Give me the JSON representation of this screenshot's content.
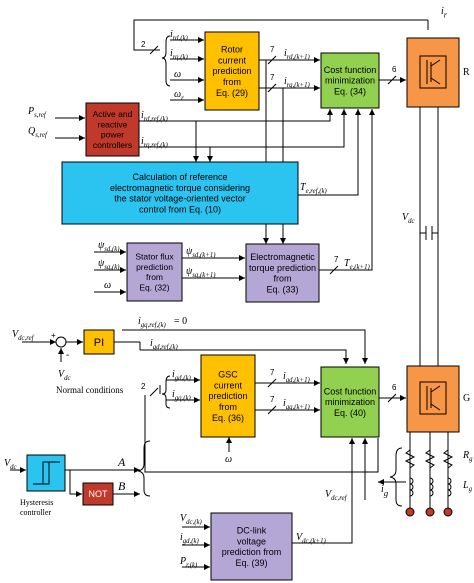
{
  "blocks": {
    "rotor_pred": [
      "Rotor",
      "current",
      "prediction",
      "from",
      "Eq. (29)"
    ],
    "cost_rsc": [
      "Cost function",
      "minimization",
      "Eq. (34)"
    ],
    "apc": [
      "Active and",
      "reactive",
      "power",
      "controllers"
    ],
    "torque_ref": [
      "Calculation of reference",
      "electromagnetic torque considering",
      "the stator voltage-oriented vector",
      "control from Eq. (10)"
    ],
    "flux_pred": [
      "Stator flux",
      "prediction",
      "from",
      "Eq. (32)"
    ],
    "torque_pred": [
      "Electromagnetic",
      "torque prediction",
      "from",
      "Eq. (33)"
    ],
    "pi": [
      "PI"
    ],
    "gsc_pred": [
      "GSC",
      "current",
      "prediction",
      "from",
      "Eq. (36)"
    ],
    "cost_gsc": [
      "Cost function",
      "minimization",
      "Eq. (40)"
    ],
    "not": [
      "NOT"
    ],
    "dclink_pred": [
      "DC-link",
      "voltage",
      "prediction from",
      "Eq. (39)"
    ]
  },
  "labels": {
    "ir_main": "i",
    "ir_sub": "r",
    "ird_k": "i",
    "ird_k_sub": "rd,(k)",
    "irq_k": "i",
    "irq_k_sub": "rq,(k)",
    "omega": "ω",
    "omega_r": "ω",
    "omega_r_sub": "r",
    "ird_k1": "i",
    "ird_k1_sub": "rd,(k+1)",
    "irq_k1": "i",
    "irq_k1_sub": "rq,(k+1)",
    "ps_ref": "P",
    "ps_ref_sub": "s,ref",
    "qs_ref": "Q",
    "qs_ref_sub": "s,ref",
    "ird_ref": "i",
    "ird_ref_sub": "rd,ref,(k)",
    "irq_ref": "i",
    "irq_ref_sub": "rq,ref,(k)",
    "te_ref": "T",
    "te_ref_sub": "e,ref,(k)",
    "psi_sd": "ψ",
    "psi_sd_sub": "sd,(k)",
    "psi_sq": "ψ",
    "psi_sq_sub": "sq,(k)",
    "psi_sd1": "ψ",
    "psi_sd1_sub": "sd,(k+1)",
    "psi_sq1": "ψ",
    "psi_sq1_sub": "sq,(k+1)",
    "omega2": "ω",
    "te_k1": "T",
    "te_k1_sub": "e,(k+1)",
    "vdc": "V",
    "vdc_sub": "dc",
    "igq_ref": "i",
    "igq_ref_sub": "gq,ref,(k)",
    "igq_ref_eq": "= 0",
    "vdc_ref": "V",
    "vdc_ref_sub": "dc,ref",
    "igd_ref": "i",
    "igd_ref_sub": "gd,ref,(k)",
    "vdc2": "V",
    "vdc2_sub": "dc",
    "normal": "Normal conditions",
    "igd_k": "i",
    "igd_k_sub": "gd,(k)",
    "igq_k": "i",
    "igq_k_sub": "gq,(k)",
    "igd_k1": "i",
    "igd_k1_sub": "gd,(k+1)",
    "igq_k1": "i",
    "igq_k1_sub": "gq,(k+1)",
    "omega3": "ω",
    "vdc3": "V",
    "vdc3_sub": "dc",
    "hyst": "Hysteresis",
    "hyst2": "controller",
    "A": "A",
    "B": "B",
    "ig": "i",
    "ig_sub": "g",
    "rg": "R",
    "rg_sub": "g",
    "lg": "L",
    "lg_sub": "g",
    "vdc_ref2": "V",
    "vdc_ref2_sub": "dc,ref",
    "vdc_k": "V",
    "vdc_k_sub": "dc,(k)",
    "igd_k2": "i",
    "igd_k2_sub": "gd,(k)",
    "pr_k": "P",
    "pr_k_sub": "r,(k)",
    "vdc_k1": "V",
    "vdc_k1_sub": "dc,(k+1)",
    "n2a": "2",
    "n7a": "7",
    "n7b": "7",
    "n6a": "6",
    "n7c": "7",
    "n2b": "2",
    "n7d": "7",
    "n7e": "7",
    "n6b": "6",
    "rs_cut": "R",
    "gs_cut": "G",
    "minus": "-",
    "plus": "+"
  },
  "colors": {
    "yellow": "#FFC000",
    "green": "#92D050",
    "red": "#C0392B",
    "cyan": "#2BC4F0",
    "purple": "#B4A7D6",
    "orange": "#F79646",
    "stroke": "#000000"
  }
}
